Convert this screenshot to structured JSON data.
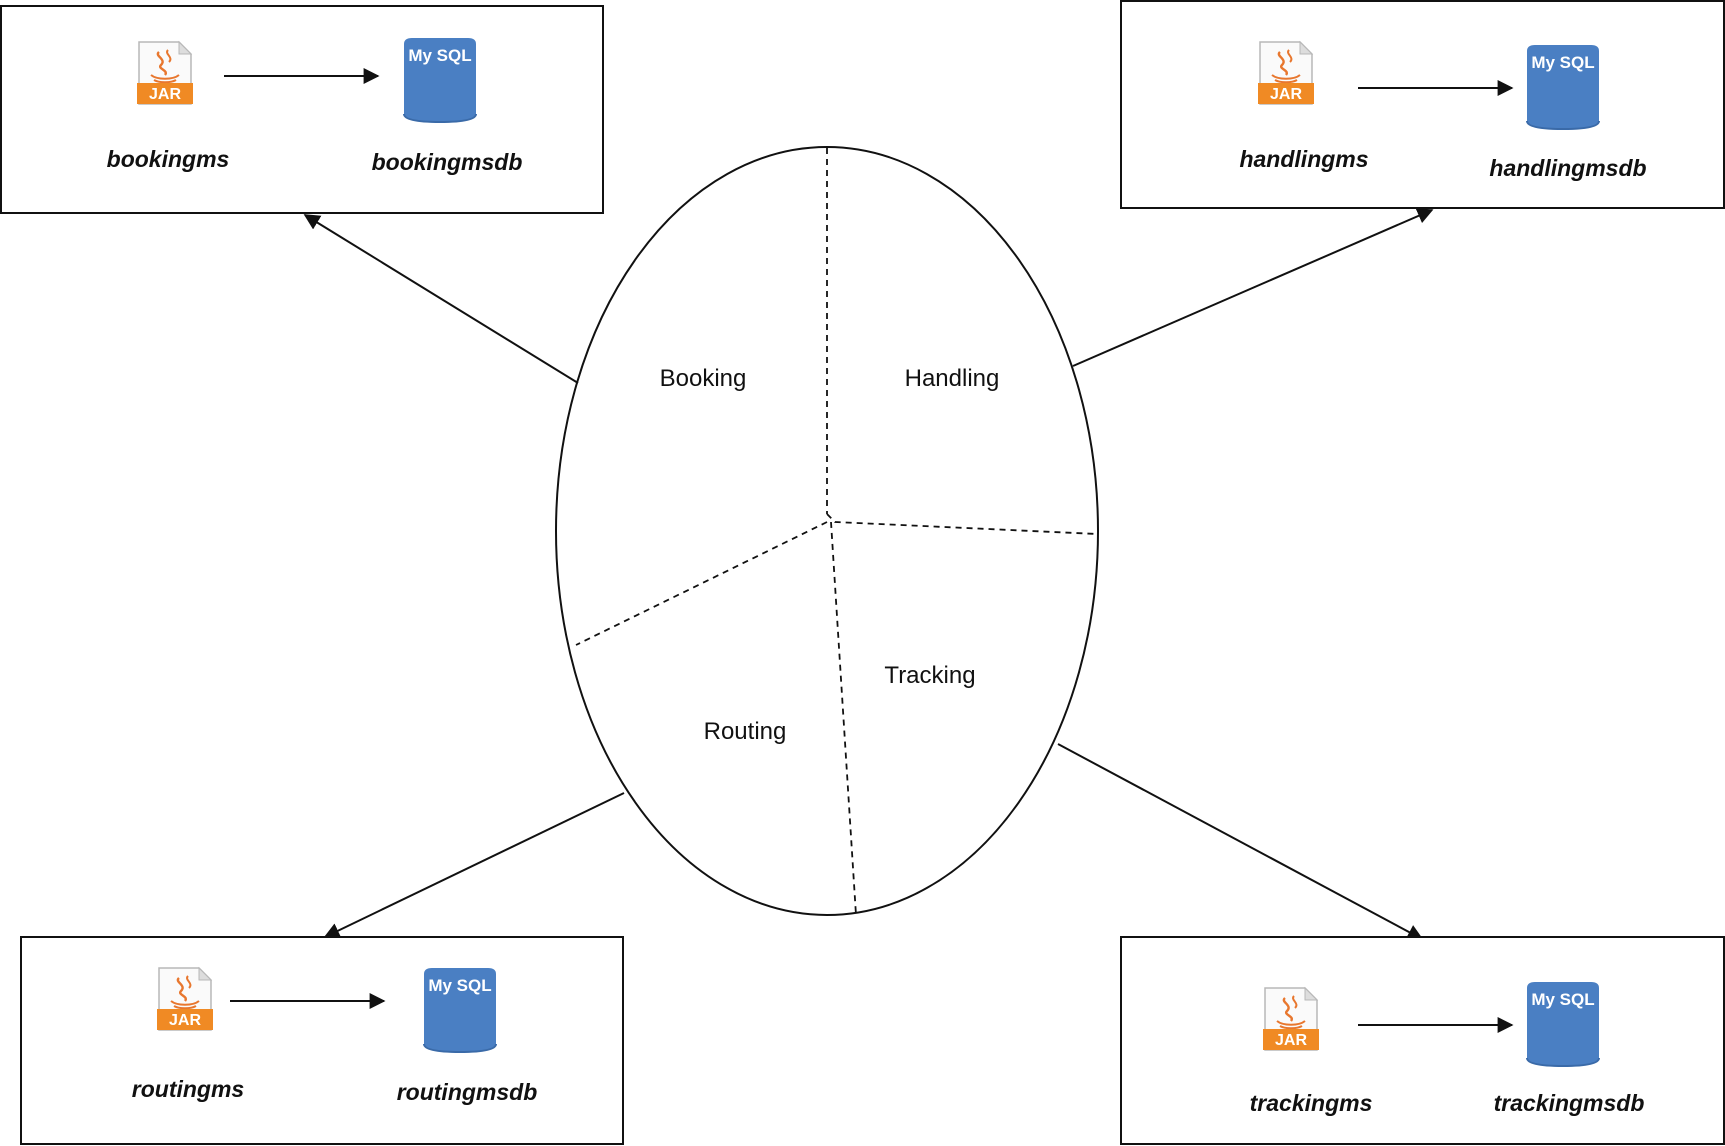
{
  "regions": {
    "booking": "Booking",
    "handling": "Handling",
    "tracking": "Tracking",
    "routing": "Routing"
  },
  "services": {
    "booking": {
      "jar_label": "bookingms",
      "db_label": "bookingmsdb"
    },
    "handling": {
      "jar_label": "handlingms",
      "db_label": "handlingmsdb"
    },
    "routing": {
      "jar_label": "routingms",
      "db_label": "routingmsdb"
    },
    "tracking": {
      "jar_label": "trackingms",
      "db_label": "trackingmsdb"
    }
  },
  "icons": {
    "jar_icon": "java-jar-file-icon",
    "jar_text": "JAR",
    "db_icon": "mysql-database-icon",
    "db_text": "My SQL"
  },
  "colors": {
    "jar_orange": "#f08a24",
    "mysql_blue": "#4a7fc3",
    "line": "#111111"
  }
}
